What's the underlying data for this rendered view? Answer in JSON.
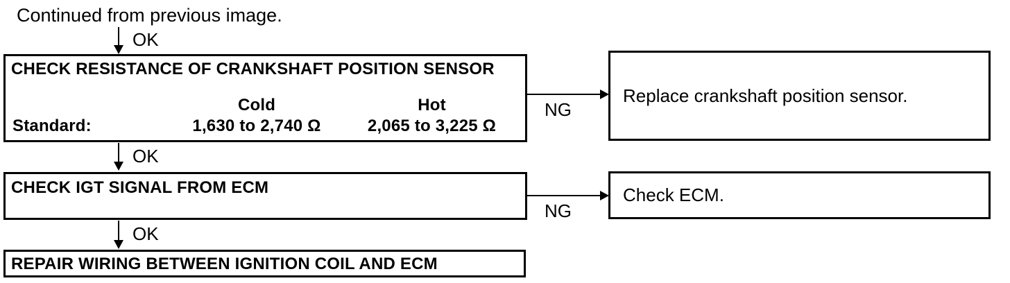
{
  "page": {
    "background": "#ffffff",
    "ink": "#000000"
  },
  "header": {
    "continued_label": "Continued from previous image."
  },
  "connectors": {
    "ok_label": "OK",
    "ng_label": "NG"
  },
  "steps": {
    "step1": {
      "title": "CHECK RESISTANCE OF CRANKSHAFT POSITION SENSOR",
      "standard_label": "Standard:",
      "conditions": [
        {
          "header": "Cold",
          "value": "1,630 to 2,740 Ω"
        },
        {
          "header": "Hot",
          "value": "2,065 to 3,225 Ω"
        }
      ],
      "ng_action": "Replace crankshaft position sensor."
    },
    "step2": {
      "title": "CHECK IGT SIGNAL FROM ECM",
      "ng_action": "Check ECM."
    },
    "step3": {
      "title": "REPAIR WIRING BETWEEN IGNITION COIL AND ECM"
    }
  }
}
